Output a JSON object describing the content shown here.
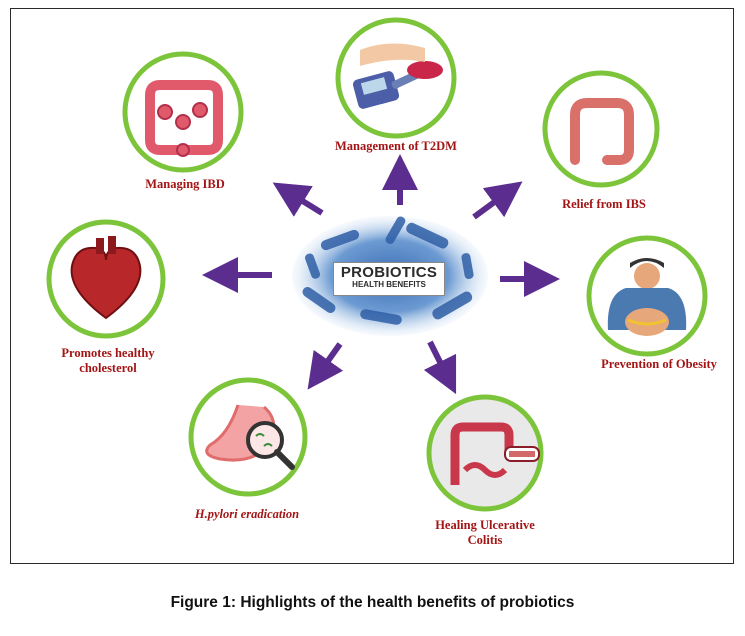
{
  "center": {
    "title": "PROBIOTICS",
    "subtitle": "HEALTH BENEFITS"
  },
  "benefits": [
    {
      "label": "Management of T2DM",
      "icon": "glucose-meter-icon"
    },
    {
      "label": "Relief from IBS",
      "icon": "colon-icon"
    },
    {
      "label": "Prevention of Obesity",
      "icon": "obese-person-icon"
    },
    {
      "label": "Healing Ulcerative Colitis",
      "line1": "Healing Ulcerative",
      "line2": "Colitis",
      "icon": "inflamed-colon-icon"
    },
    {
      "label": "H.pylori eradication",
      "icon": "stomach-magnifier-icon"
    },
    {
      "label": "Promotes healthy cholesterol",
      "line1": "Promotes healthy",
      "line2": "cholesterol",
      "icon": "heart-icon"
    },
    {
      "label": "Managing IBD",
      "icon": "intestine-icon"
    }
  ],
  "caption": "Figure 1: Highlights of the health benefits of probiotics",
  "colors": {
    "circle_border": "#7cc43a",
    "arrow": "#5b2d8e",
    "label": "#a31515",
    "bacteria": "#4a7fc0"
  }
}
